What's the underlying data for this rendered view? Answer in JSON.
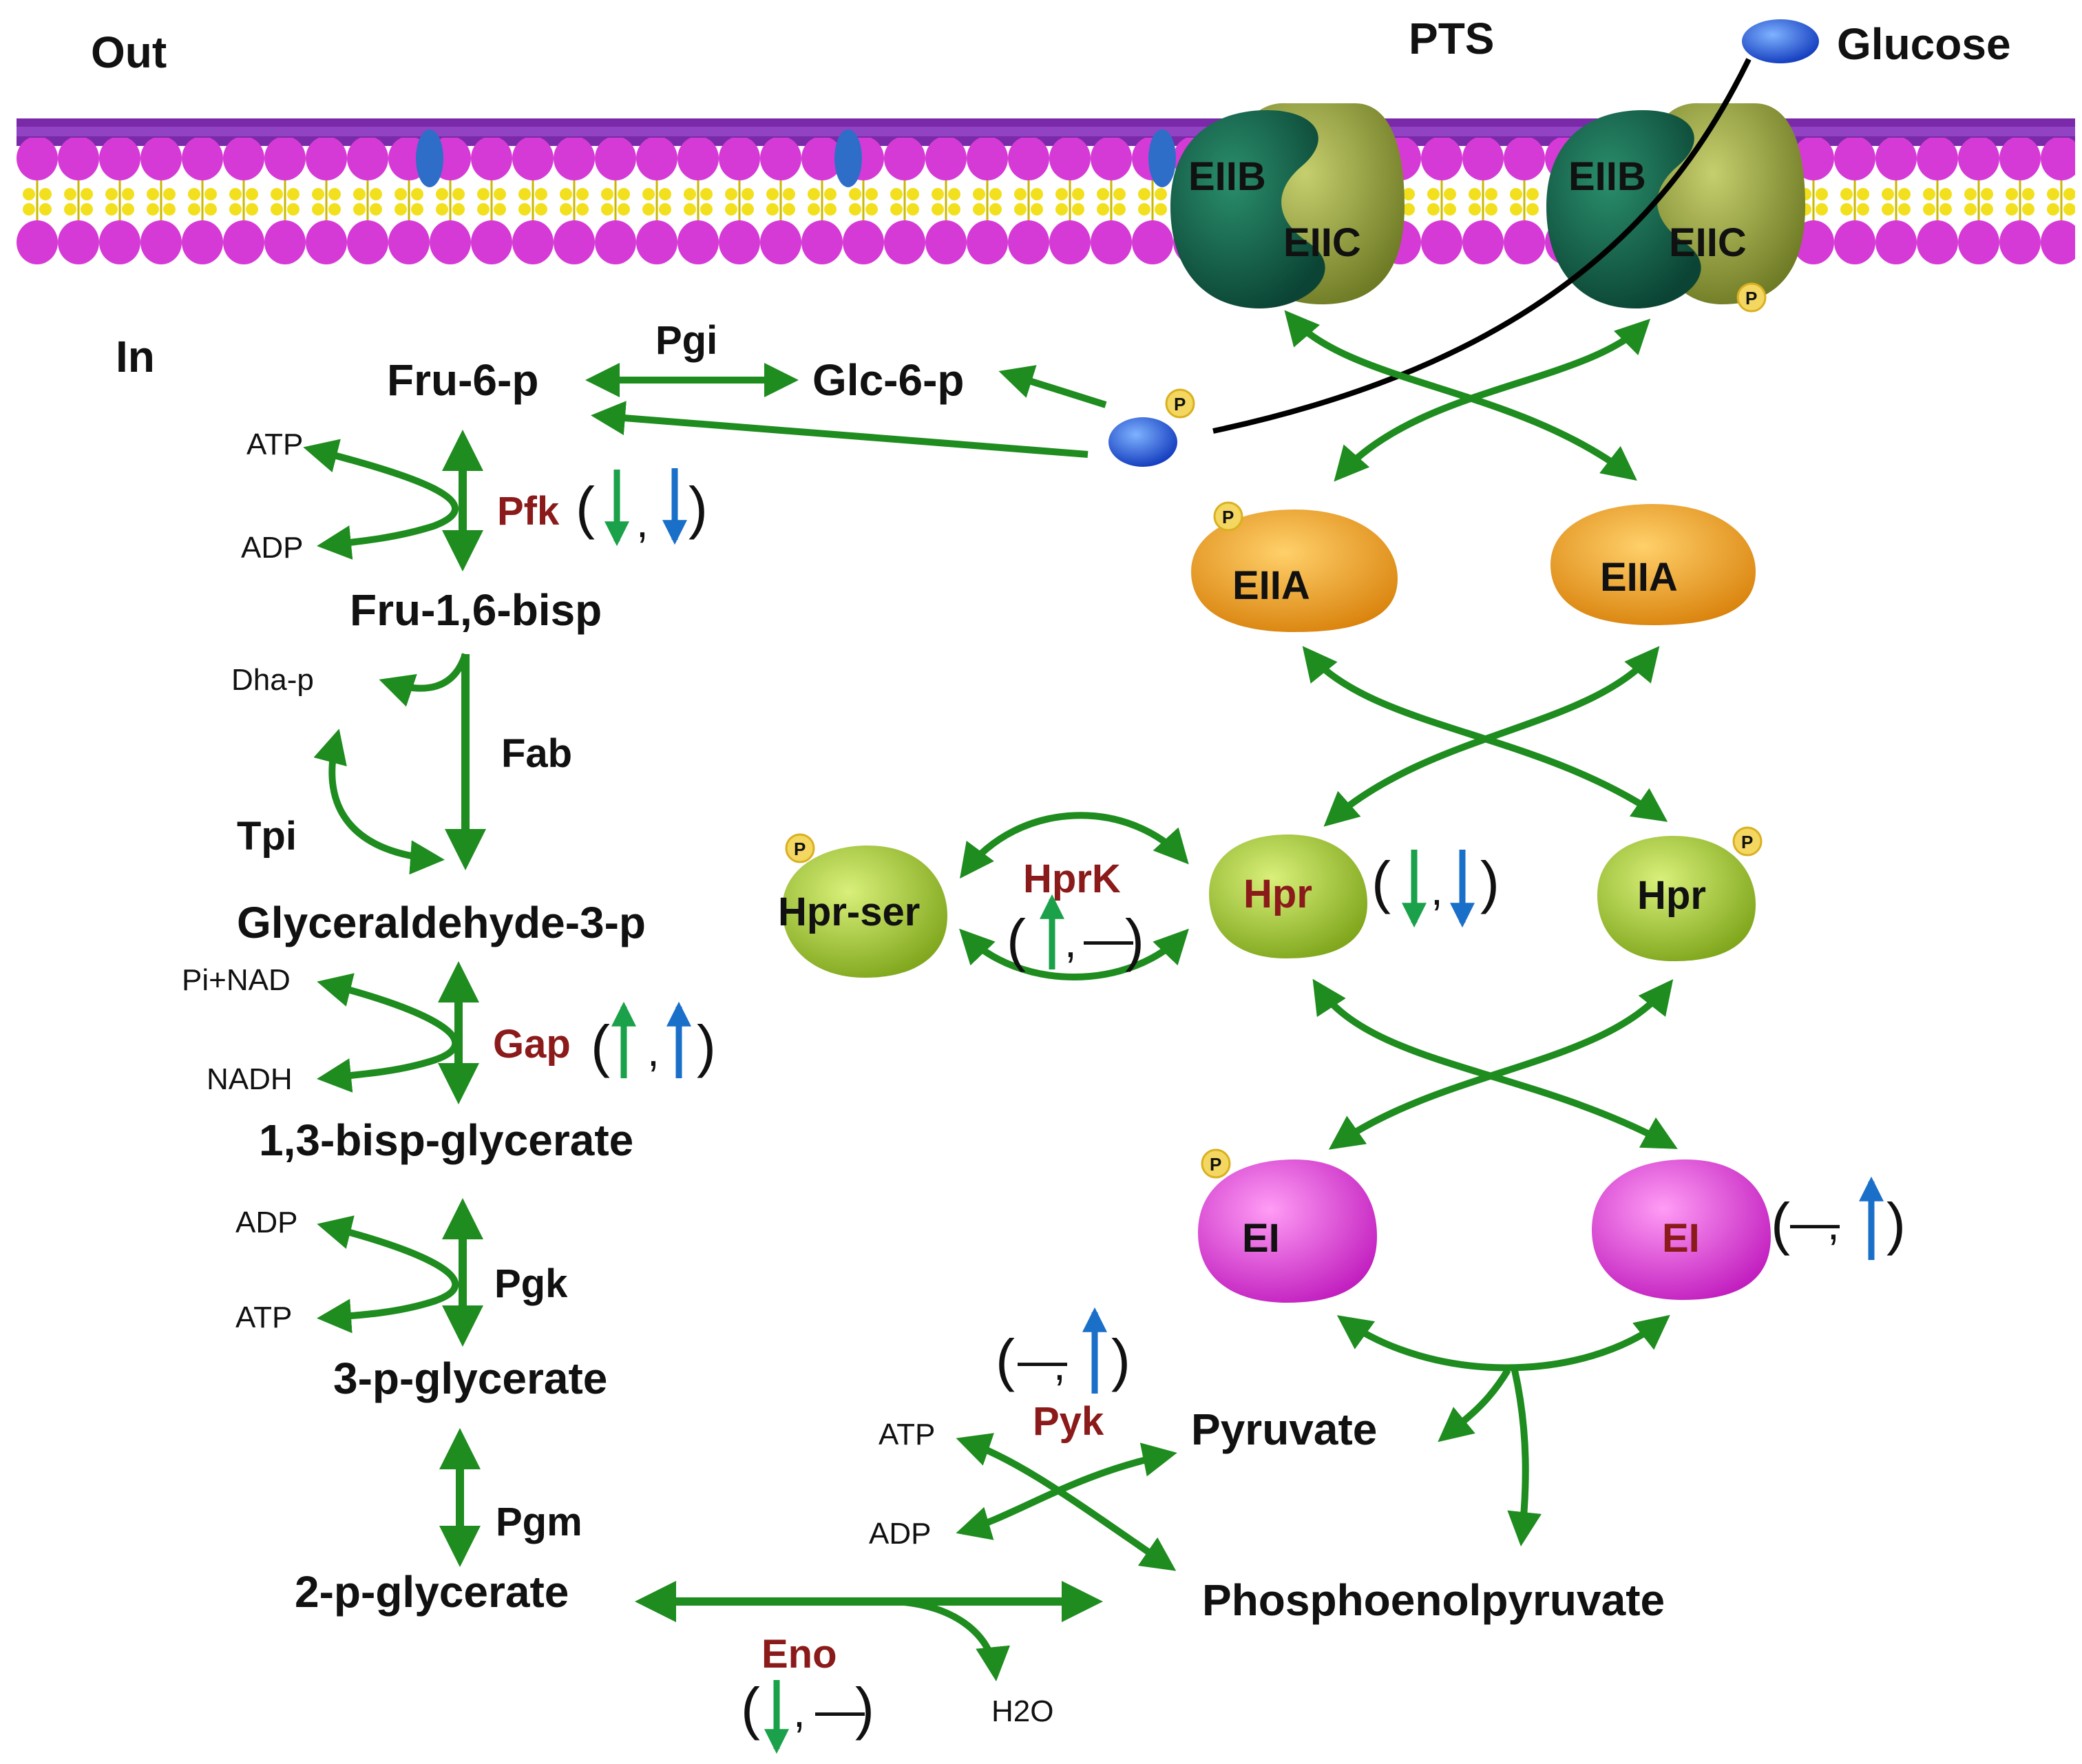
{
  "labels": {
    "out": "Out",
    "in": "In",
    "pts": "PTS",
    "glucose": "Glucose"
  },
  "metabolites": {
    "fru6p": "Fru-6-p",
    "glc6p": "Glc-6-p",
    "fru16bisp": "Fru-1,6-bisp",
    "dhap": "Dha-p",
    "g3p": "Glyceraldehyde-3-p",
    "bpg13": "1,3-bisp-glycerate",
    "pg3": "3-p-glycerate",
    "pg2": "2-p-glycerate",
    "pyruvate": "Pyruvate",
    "pep": "Phosphoenolpyruvate"
  },
  "cofactors": {
    "pfk_in": "ATP",
    "pfk_out": "ADP",
    "gap_in": "Pi+NAD",
    "gap_out": "NADH",
    "pgk_in": "ADP",
    "pgk_out": "ATP",
    "pyk_in": "ATP",
    "pyk_out": "ADP",
    "eno_out": "H2O"
  },
  "enzymes": {
    "pgi": "Pgi",
    "pfk": "Pfk",
    "fab": "Fab",
    "tpi": "Tpi",
    "gap": "Gap",
    "pgk": "Pgk",
    "pgm": "Pgm",
    "eno": "Eno",
    "pyk": "Pyk",
    "hprk": "HprK"
  },
  "proteins": {
    "eiib": "EIIB",
    "eiic": "EIIC",
    "eiia": "EIIA",
    "hpr": "Hpr",
    "hpr_ser": "Hpr-ser",
    "ei": "EI",
    "p": "P"
  },
  "regulation": {
    "dash": "—",
    "comma": ",",
    "open": "(",
    "close": ")",
    "pfk": [
      "down",
      "down"
    ],
    "gap": [
      "up",
      "up"
    ],
    "hprk": [
      "up",
      "none"
    ],
    "hpr": [
      "down",
      "down"
    ],
    "ei": [
      "none",
      "up"
    ],
    "pyk": [
      "none",
      "up"
    ],
    "eno": [
      "down",
      "none"
    ]
  },
  "colors": {
    "pathway_arrow": "#1e8c1e",
    "regulation_first": "#1aa14a",
    "regulation_second": "#1a6fc9",
    "enzyme_text": "#8b1a1a",
    "membrane_heads": "#d63ad6",
    "membrane_tails": "#f2e01e",
    "membrane_top": "#7a2aa8",
    "eiib": "#0f5c44",
    "eiic": "#8f9a38",
    "eiia": "#f0a21e",
    "hpr": "#a6cc2c",
    "ei": "#e63ae0",
    "glucose": "#1f5fe0",
    "phosphate": "#f4d760"
  }
}
